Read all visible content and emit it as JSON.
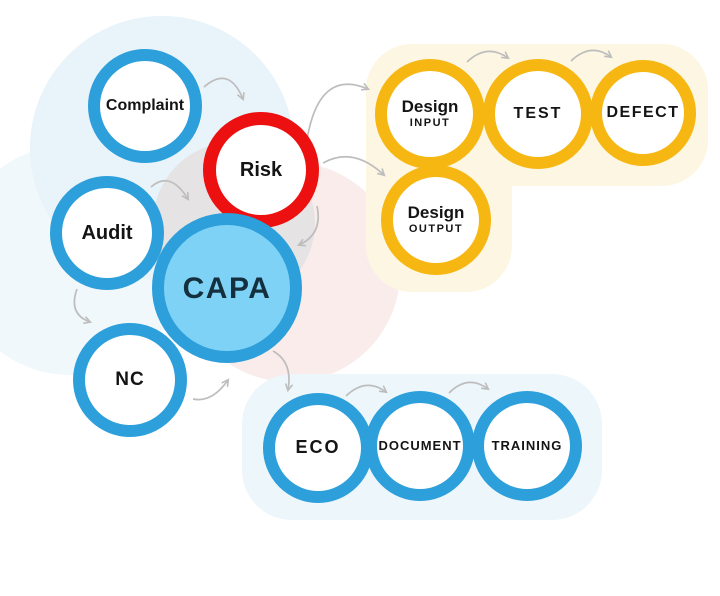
{
  "diagram": {
    "title_hint": "CAPA process relationship diagram",
    "nodes": {
      "complaint": {
        "label": "Complaint"
      },
      "risk": {
        "label": "Risk"
      },
      "audit": {
        "label": "Audit"
      },
      "capa": {
        "label": "CAPA"
      },
      "nc": {
        "label": "NC"
      },
      "design_input": {
        "label": "Design",
        "sublabel": "INPUT"
      },
      "test": {
        "label": "TEST"
      },
      "defect": {
        "label": "DEFECT"
      },
      "design_output": {
        "label": "Design",
        "sublabel": "OUTPUT"
      },
      "eco": {
        "label": "ECO"
      },
      "document": {
        "label": "DOCUMENT"
      },
      "training": {
        "label": "TRAINING"
      }
    },
    "connections": [
      "complaint→risk",
      "risk→capa",
      "audit→capa",
      "audit→nc",
      "nc→capa",
      "capa→eco",
      "risk→design_input",
      "risk→design_output",
      "design_input→test",
      "test→defect",
      "eco→document",
      "document→training"
    ],
    "colors": {
      "ring_blue": "#2D9FDB",
      "ring_red": "#ED1010",
      "ring_yellow": "#F7B713",
      "capa_fill": "#7DD2F5",
      "capa_text": "#14303E",
      "label_text": "#141414",
      "arrow": "#BDBDBD",
      "blob_light_blue": "#E8F3FA",
      "blob_lighter_blue": "#F0F8FC",
      "blob_gray": "#E6E3E5",
      "blob_pink": "#F9ECEB",
      "blob_cream": "#FDF6E2",
      "blob_bottom_blue": "#EDF6FB"
    }
  }
}
